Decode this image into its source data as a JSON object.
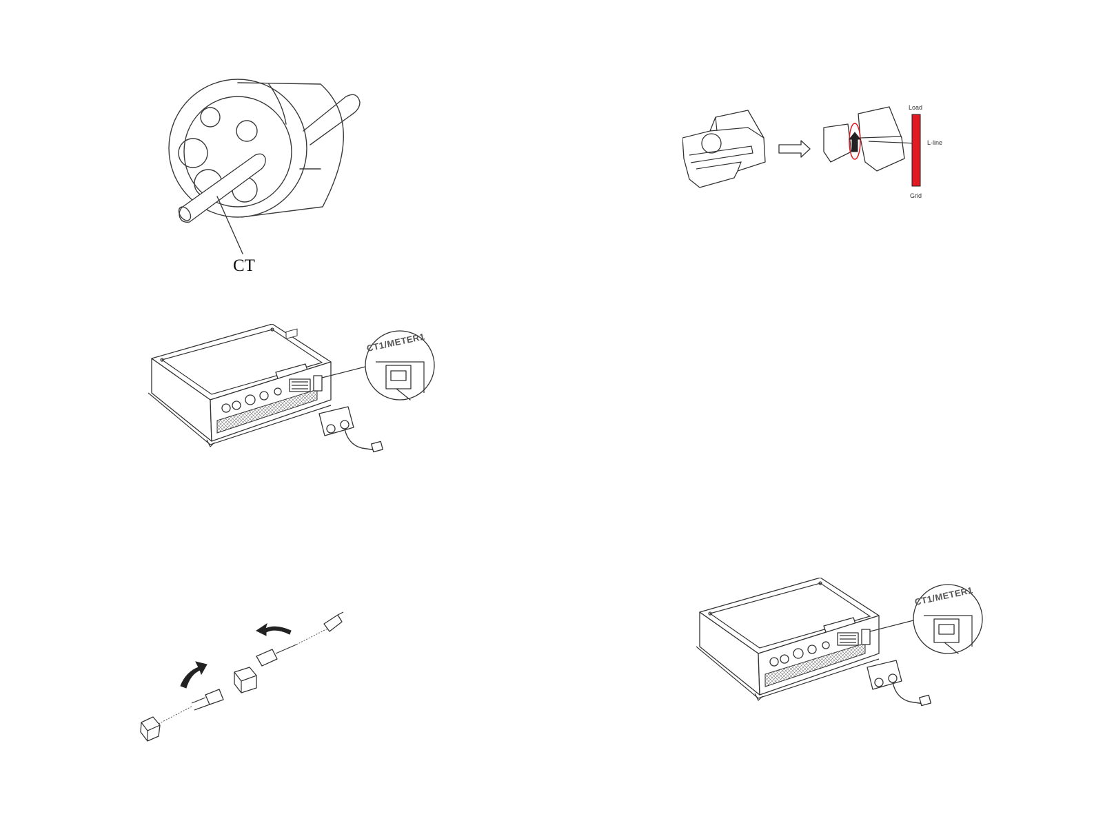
{
  "figures": {
    "ct_on_cable": {
      "label": "CT"
    },
    "ct_clip": {
      "load_label": "Load",
      "line_label": "L-line",
      "grid_label": "Grid",
      "line_color": "#e01b24",
      "highlight_color": "#e01b24"
    },
    "inverter_top": {
      "port_label": "CT1/METER1"
    },
    "inverter_bottom": {
      "port_label": "CT1/METER1"
    },
    "cable_connection": {}
  }
}
